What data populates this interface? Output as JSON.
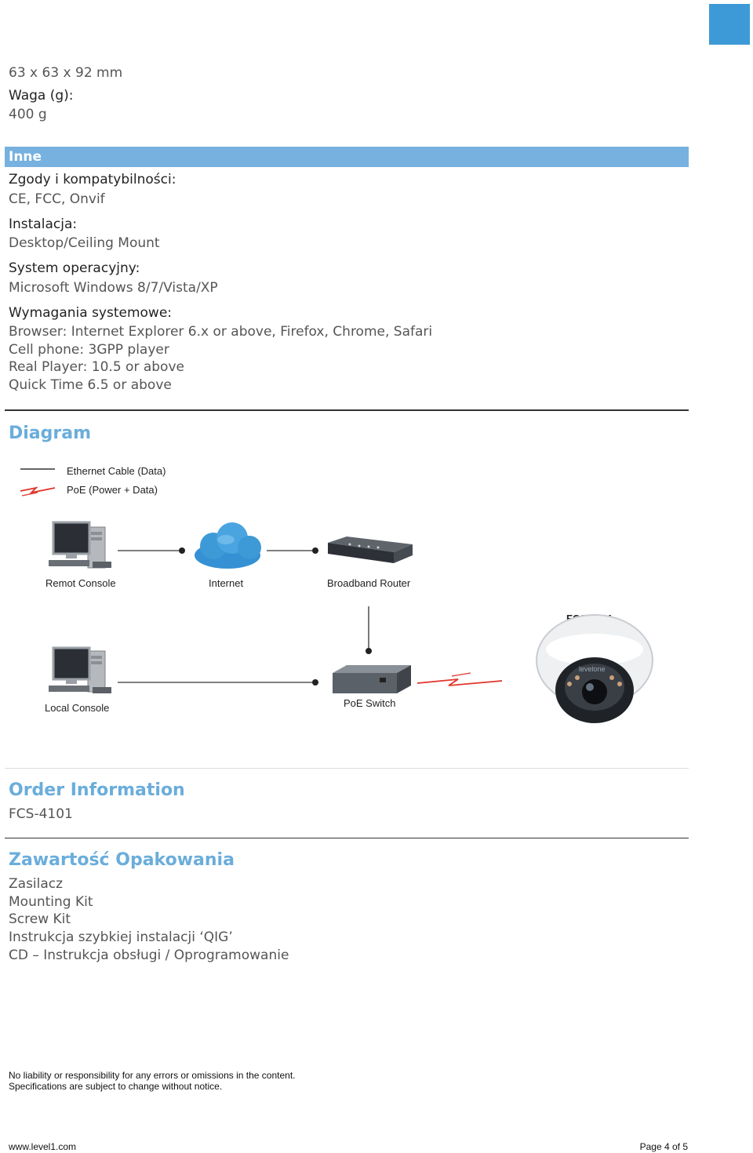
{
  "specs": {
    "dimensions_value": "63 x 63 x 92 mm",
    "weight_label": "Waga (g):",
    "weight_value": "400 g"
  },
  "other": {
    "section_title": "Inne",
    "compliance_label": "Zgody i kompatybilności:",
    "compliance_value": "CE, FCC, Onvif",
    "installation_label": "Instalacja:",
    "installation_value": "Desktop/Ceiling Mount",
    "os_label": "System operacyjny:",
    "os_value": "Microsoft Windows 8/7/Vista/XP",
    "requirements_label": "Wymagania systemowe:",
    "requirements": [
      "Browser: Internet Explorer 6.x or above, Firefox, Chrome, Safari",
      "Cell phone: 3GPP player",
      "Real Player: 10.5 or above",
      "Quick Time 6.5 or above"
    ]
  },
  "diagram": {
    "title": "Diagram",
    "legend": {
      "ethernet": "Ethernet Cable (Data)",
      "poe": "PoE (Power + Data)"
    },
    "nodes": {
      "remote_console": "Remot Console",
      "internet": "Internet",
      "router": "Broadband Router",
      "model": "FCS-4101",
      "local_console": "Local Console",
      "poe_switch": "PoE Switch"
    },
    "camera_brand": "levelone"
  },
  "order": {
    "title": "Order Information",
    "model": "FCS-4101"
  },
  "package": {
    "title": "Zawartość Opakowania",
    "items": [
      "Zasilacz",
      "Mounting Kit",
      "Screw Kit",
      "Instrukcja szybkiej instalacji ‘QIG’",
      "CD – Instrukcja obsługi / Oprogramowanie"
    ]
  },
  "footer": {
    "disclaimer_1": "No liability or responsibility for any errors or omissions in the content.",
    "disclaimer_2": "Specifications are subject to change without notice.",
    "website": "www.level1.com",
    "page": "Page 4 of 5"
  },
  "colors": {
    "accent": "#3d9ad6",
    "section_bar": "#76b1e0",
    "heading": "#6aaddb",
    "poe_line": "#e0352b"
  }
}
